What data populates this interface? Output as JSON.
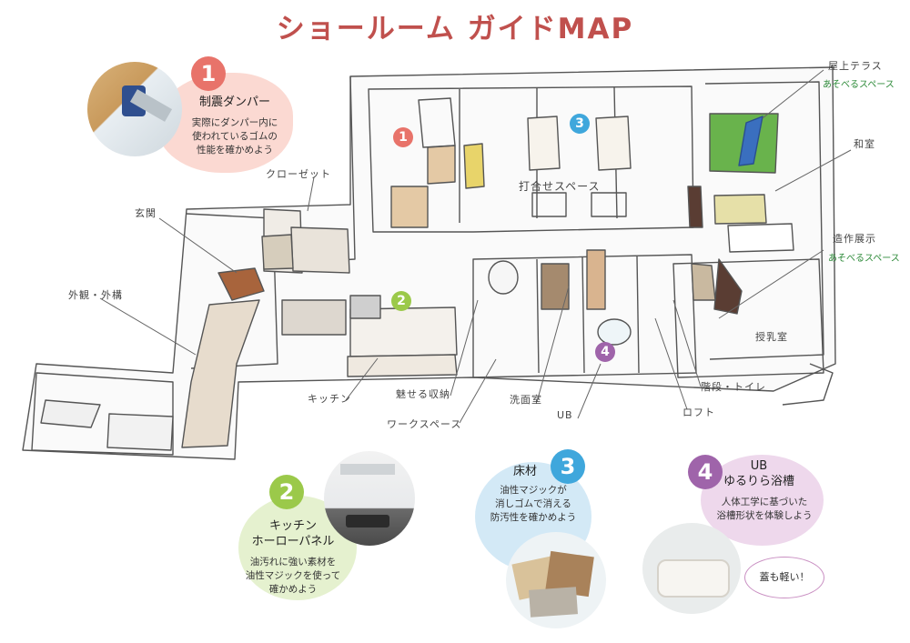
{
  "title": "ショールーム ガイドMAP",
  "colors": {
    "title": "#c0504d",
    "badge1": "#e8736a",
    "badge2": "#9bc94a",
    "badge3": "#3fa7dc",
    "badge4": "#9f64aa",
    "play": "#2e8b3a"
  },
  "badges": {
    "n1": "1",
    "n2": "2",
    "n3": "3",
    "n4": "4"
  },
  "labels": {
    "rooftop": "屋上テラス",
    "rooftop_play": "あそべるスペース",
    "washitsu": "和室",
    "zousaku": "造作展示",
    "zousaku_play": "あそべるスペース",
    "closet": "クローゼット",
    "genkan": "玄関",
    "gaikan": "外観・外構",
    "uchiawase": "打合せスペース",
    "junyu": "授乳室",
    "kitchen": "キッチン",
    "miseru": "魅せる収納",
    "senmen": "洗面室",
    "work": "ワークスペース",
    "ub": "UB",
    "loft": "ロフト",
    "kaidan": "階段・トイレ"
  },
  "callouts": {
    "c1": {
      "title": "制震ダンパー",
      "desc": [
        "実際にダンパー内に",
        "使われているゴムの",
        "性能を確かめよう"
      ]
    },
    "c2": {
      "title": [
        "キッチン",
        "ホーローパネル"
      ],
      "desc": [
        "油汚れに強い素材を",
        "油性マジックを使って",
        "確かめよう"
      ]
    },
    "c3": {
      "title": "床材",
      "desc": [
        "油性マジックが",
        "消しゴムで消える",
        "防汚性を確かめよう"
      ]
    },
    "c4": {
      "title": [
        "UB",
        "ゆるりら浴槽"
      ],
      "desc": [
        "人体工学に基づいた",
        "浴槽形状を体験しよう"
      ],
      "bubble": "蓋も軽い！"
    }
  }
}
